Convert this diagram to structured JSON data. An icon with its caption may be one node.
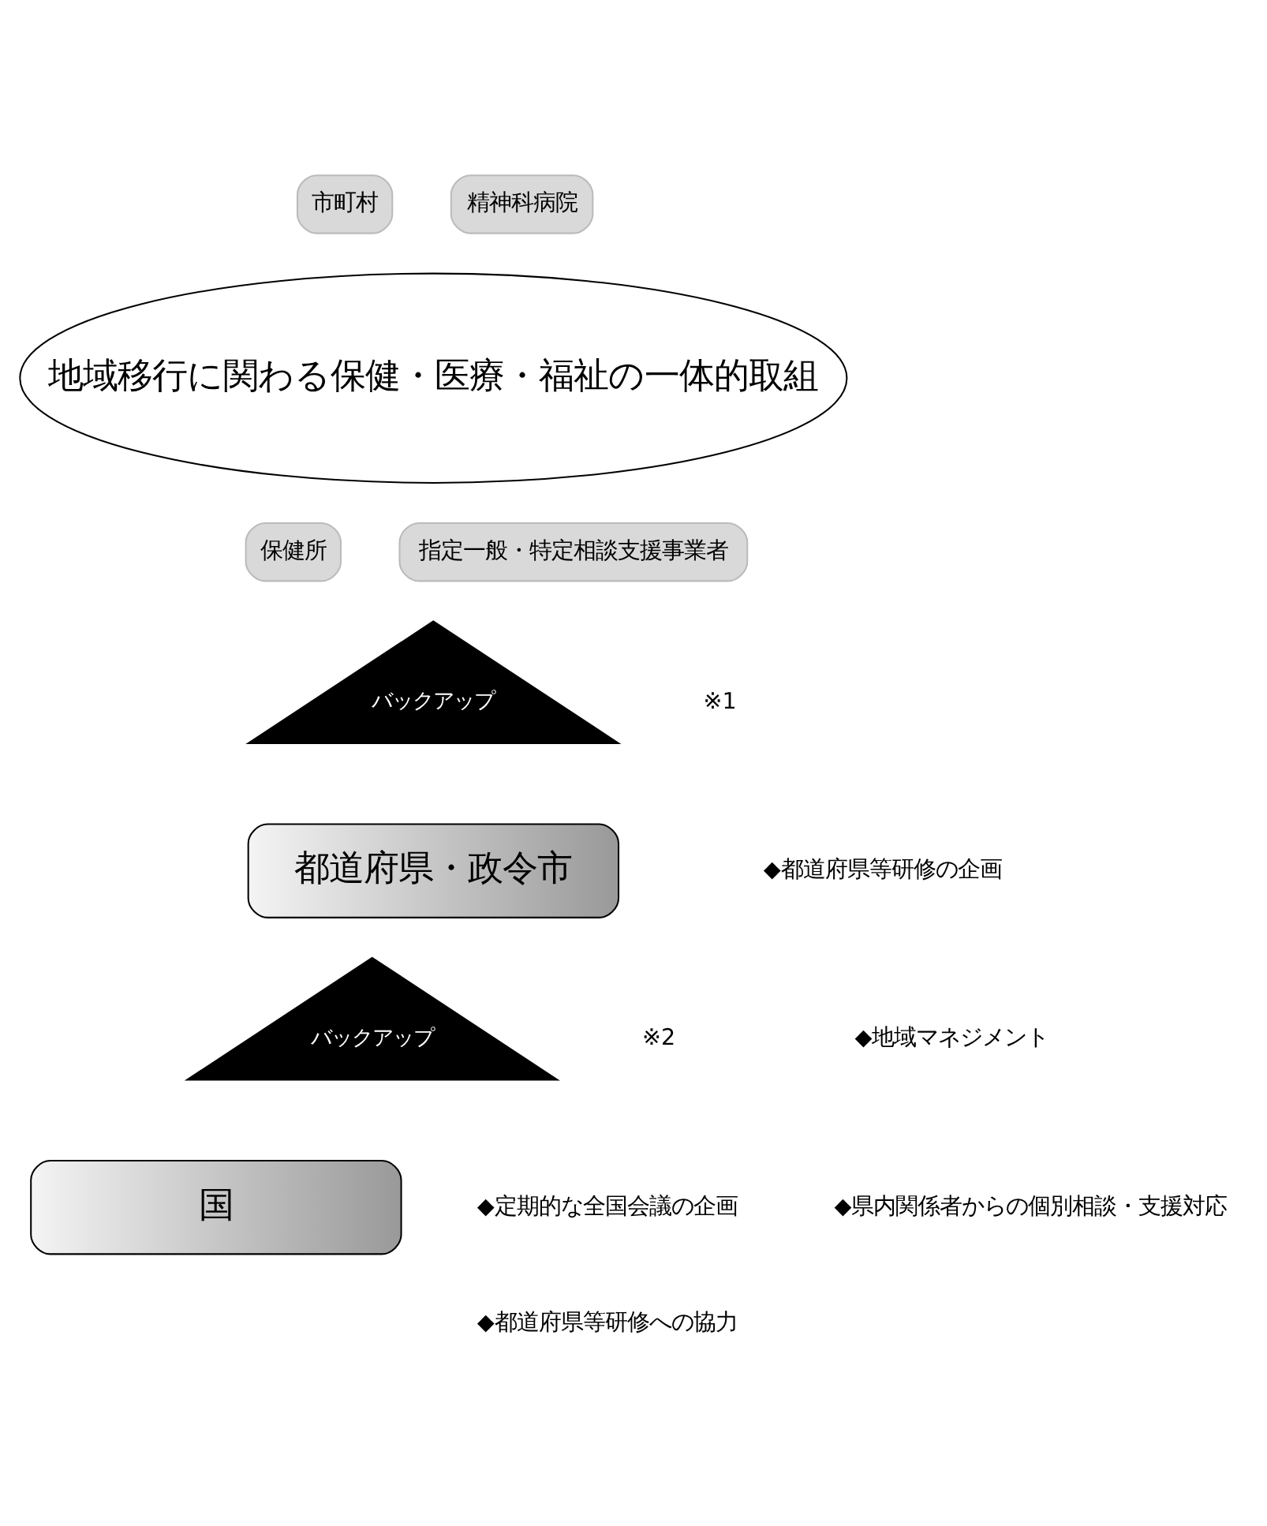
{
  "diagram": {
    "nodes": [
      {
        "text": [
          "市町村"
        ]
      },
      {
        "text": [
          "精神科病院"
        ]
      },
      {
        "text": [
          "地域移行に関わる保健・医療・福祉の一体的取組"
        ]
      },
      {
        "text": [
          "保健所"
        ]
      },
      {
        "text": [
          "指定一般・特定相談支援事業者"
        ]
      },
      {
        "text": [
          "バックアップ"
        ]
      },
      {
        "text": [
          "都道府県・政令市"
        ]
      },
      {
        "text": [
          "バックアップ"
        ]
      },
      {
        "text": [
          "国"
        ]
      }
    ],
    "edges": [],
    "labels": [
      "※1",
      "◆都道府県等研修の企画",
      "◆地域マネジメント",
      "◆県内関係者からの個別相談・支援対応",
      "※2",
      "◆定期的な全国会議の企画",
      "◆都道府県等研修への協力"
    ]
  }
}
